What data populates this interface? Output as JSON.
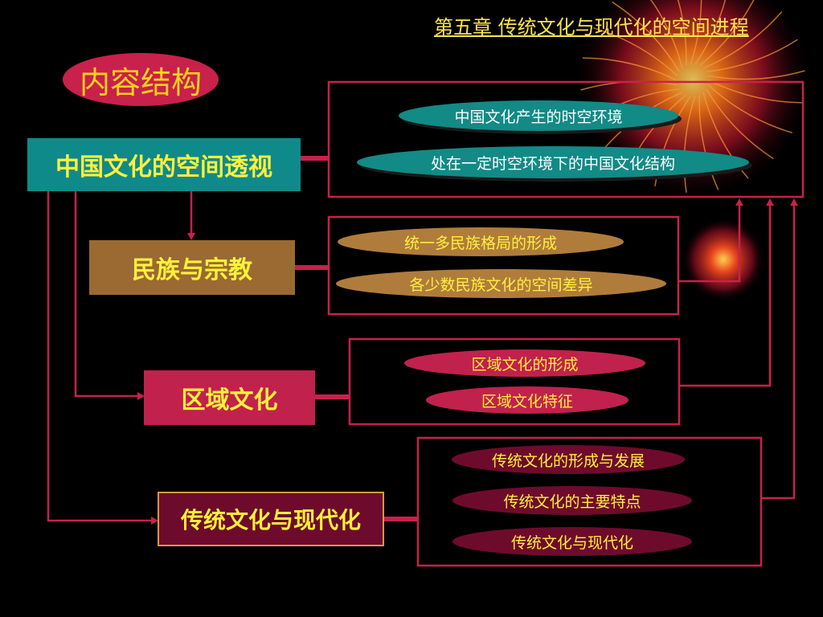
{
  "header": {
    "chapter_title": "第五章  传统文化与现代化的空间进程"
  },
  "overview_label": "内容结构",
  "topics": [
    {
      "label": "中国文化的空间透视",
      "subtopics": [
        "中国文化产生的时空环境",
        "处在一定时空环境下的中国文化结构"
      ]
    },
    {
      "label": "民族与宗教",
      "subtopics": [
        "统一多民族格局的形成",
        "各少数民族文化的空间差异"
      ]
    },
    {
      "label": "区域文化",
      "subtopics": [
        "区域文化的形成",
        "区域文化特征"
      ]
    },
    {
      "label": "传统文化与现代化",
      "subtopics": [
        "传统文化的形成与发展",
        "传统文化的主要特点",
        "传统文化与现代化"
      ]
    }
  ],
  "colors": {
    "background": "#000000",
    "connector": "#c8214b",
    "title_text": "#ffe64d",
    "topic_teal": "#0f8a8a",
    "topic_tan": "#9a6a32",
    "topic_red": "#c1214d",
    "topic_maroon": "#6e0b2c"
  }
}
